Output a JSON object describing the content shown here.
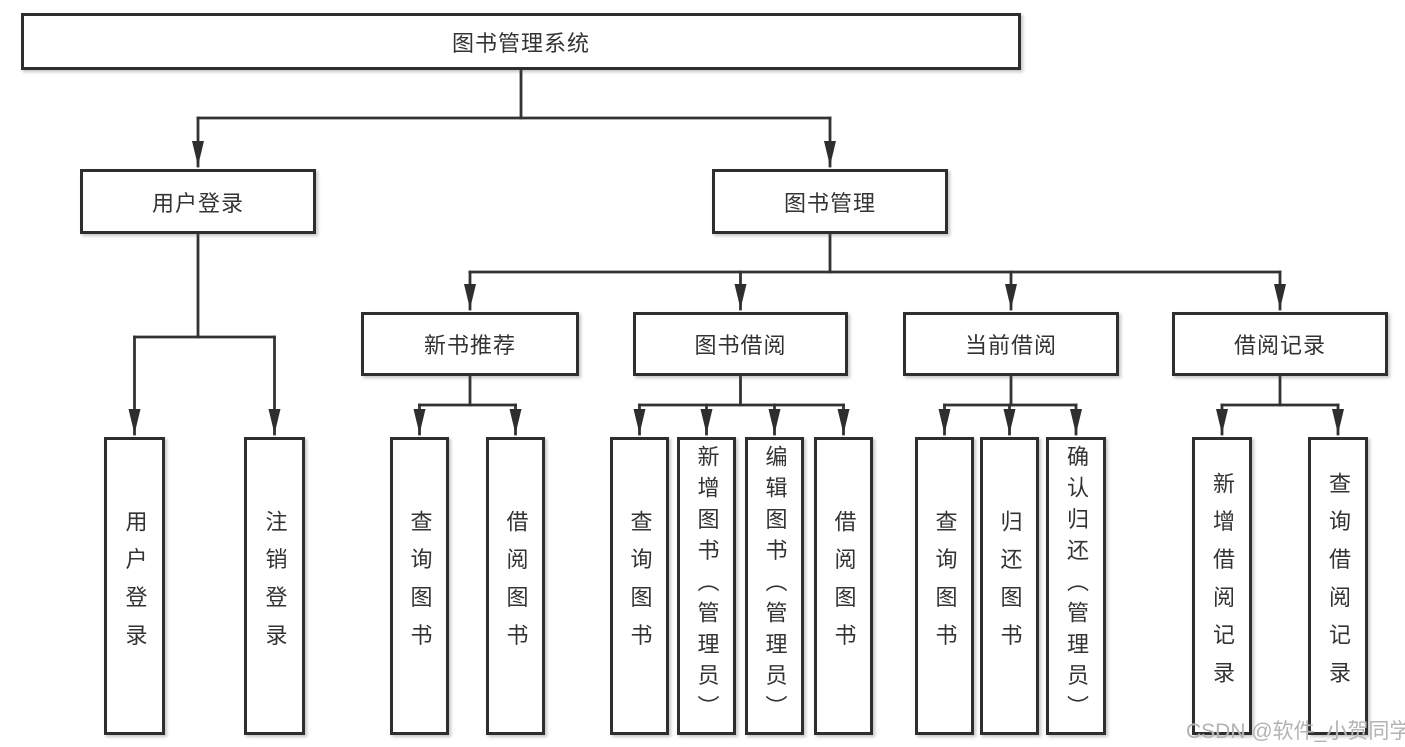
{
  "diagram": {
    "root": {
      "label": "图书管理系统"
    },
    "branches": [
      {
        "label": "用户登录",
        "children": [
          {
            "label": "用户登录"
          },
          {
            "label": "注销登录"
          }
        ]
      },
      {
        "label": "图书管理",
        "children": [
          {
            "label": "新书推荐",
            "children": [
              {
                "label": "查询图书"
              },
              {
                "label": "借阅图书"
              }
            ]
          },
          {
            "label": "图书借阅",
            "children": [
              {
                "label": "查询图书"
              },
              {
                "label": "新增图书（管理员）"
              },
              {
                "label": "编辑图书（管理员）"
              },
              {
                "label": "借阅图书"
              }
            ]
          },
          {
            "label": "当前借阅",
            "children": [
              {
                "label": "查询图书"
              },
              {
                "label": "归还图书"
              },
              {
                "label": "确认归还（管理员）"
              }
            ]
          },
          {
            "label": "借阅记录",
            "children": [
              {
                "label": "新增借阅记录"
              },
              {
                "label": "查询借阅记录"
              }
            ]
          }
        ]
      }
    ],
    "colors": {
      "line": "#333333",
      "text": "#333333",
      "background": "#ffffff",
      "watermark": "#b3b3b3"
    }
  },
  "watermark": {
    "text": "CSDN @软件_小贺同学"
  }
}
